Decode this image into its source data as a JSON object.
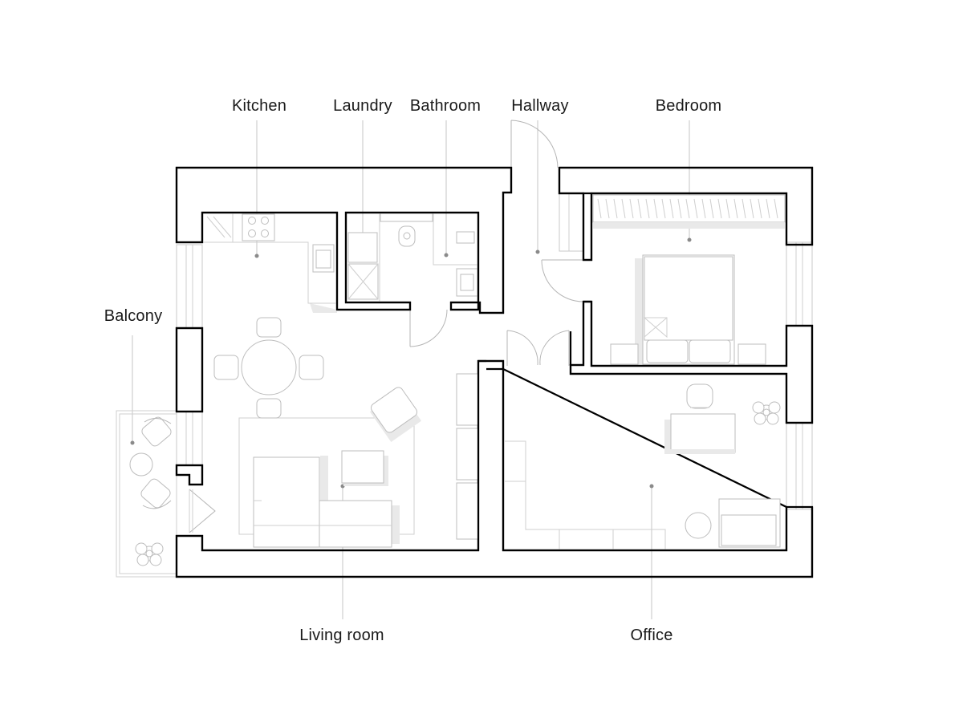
{
  "rooms": {
    "kitchen": "Kitchen",
    "laundry": "Laundry",
    "bathroom": "Bathroom",
    "hallway": "Hallway",
    "bedroom": "Bedroom",
    "balcony": "Balcony",
    "living_room": "Living room",
    "office": "Office"
  }
}
